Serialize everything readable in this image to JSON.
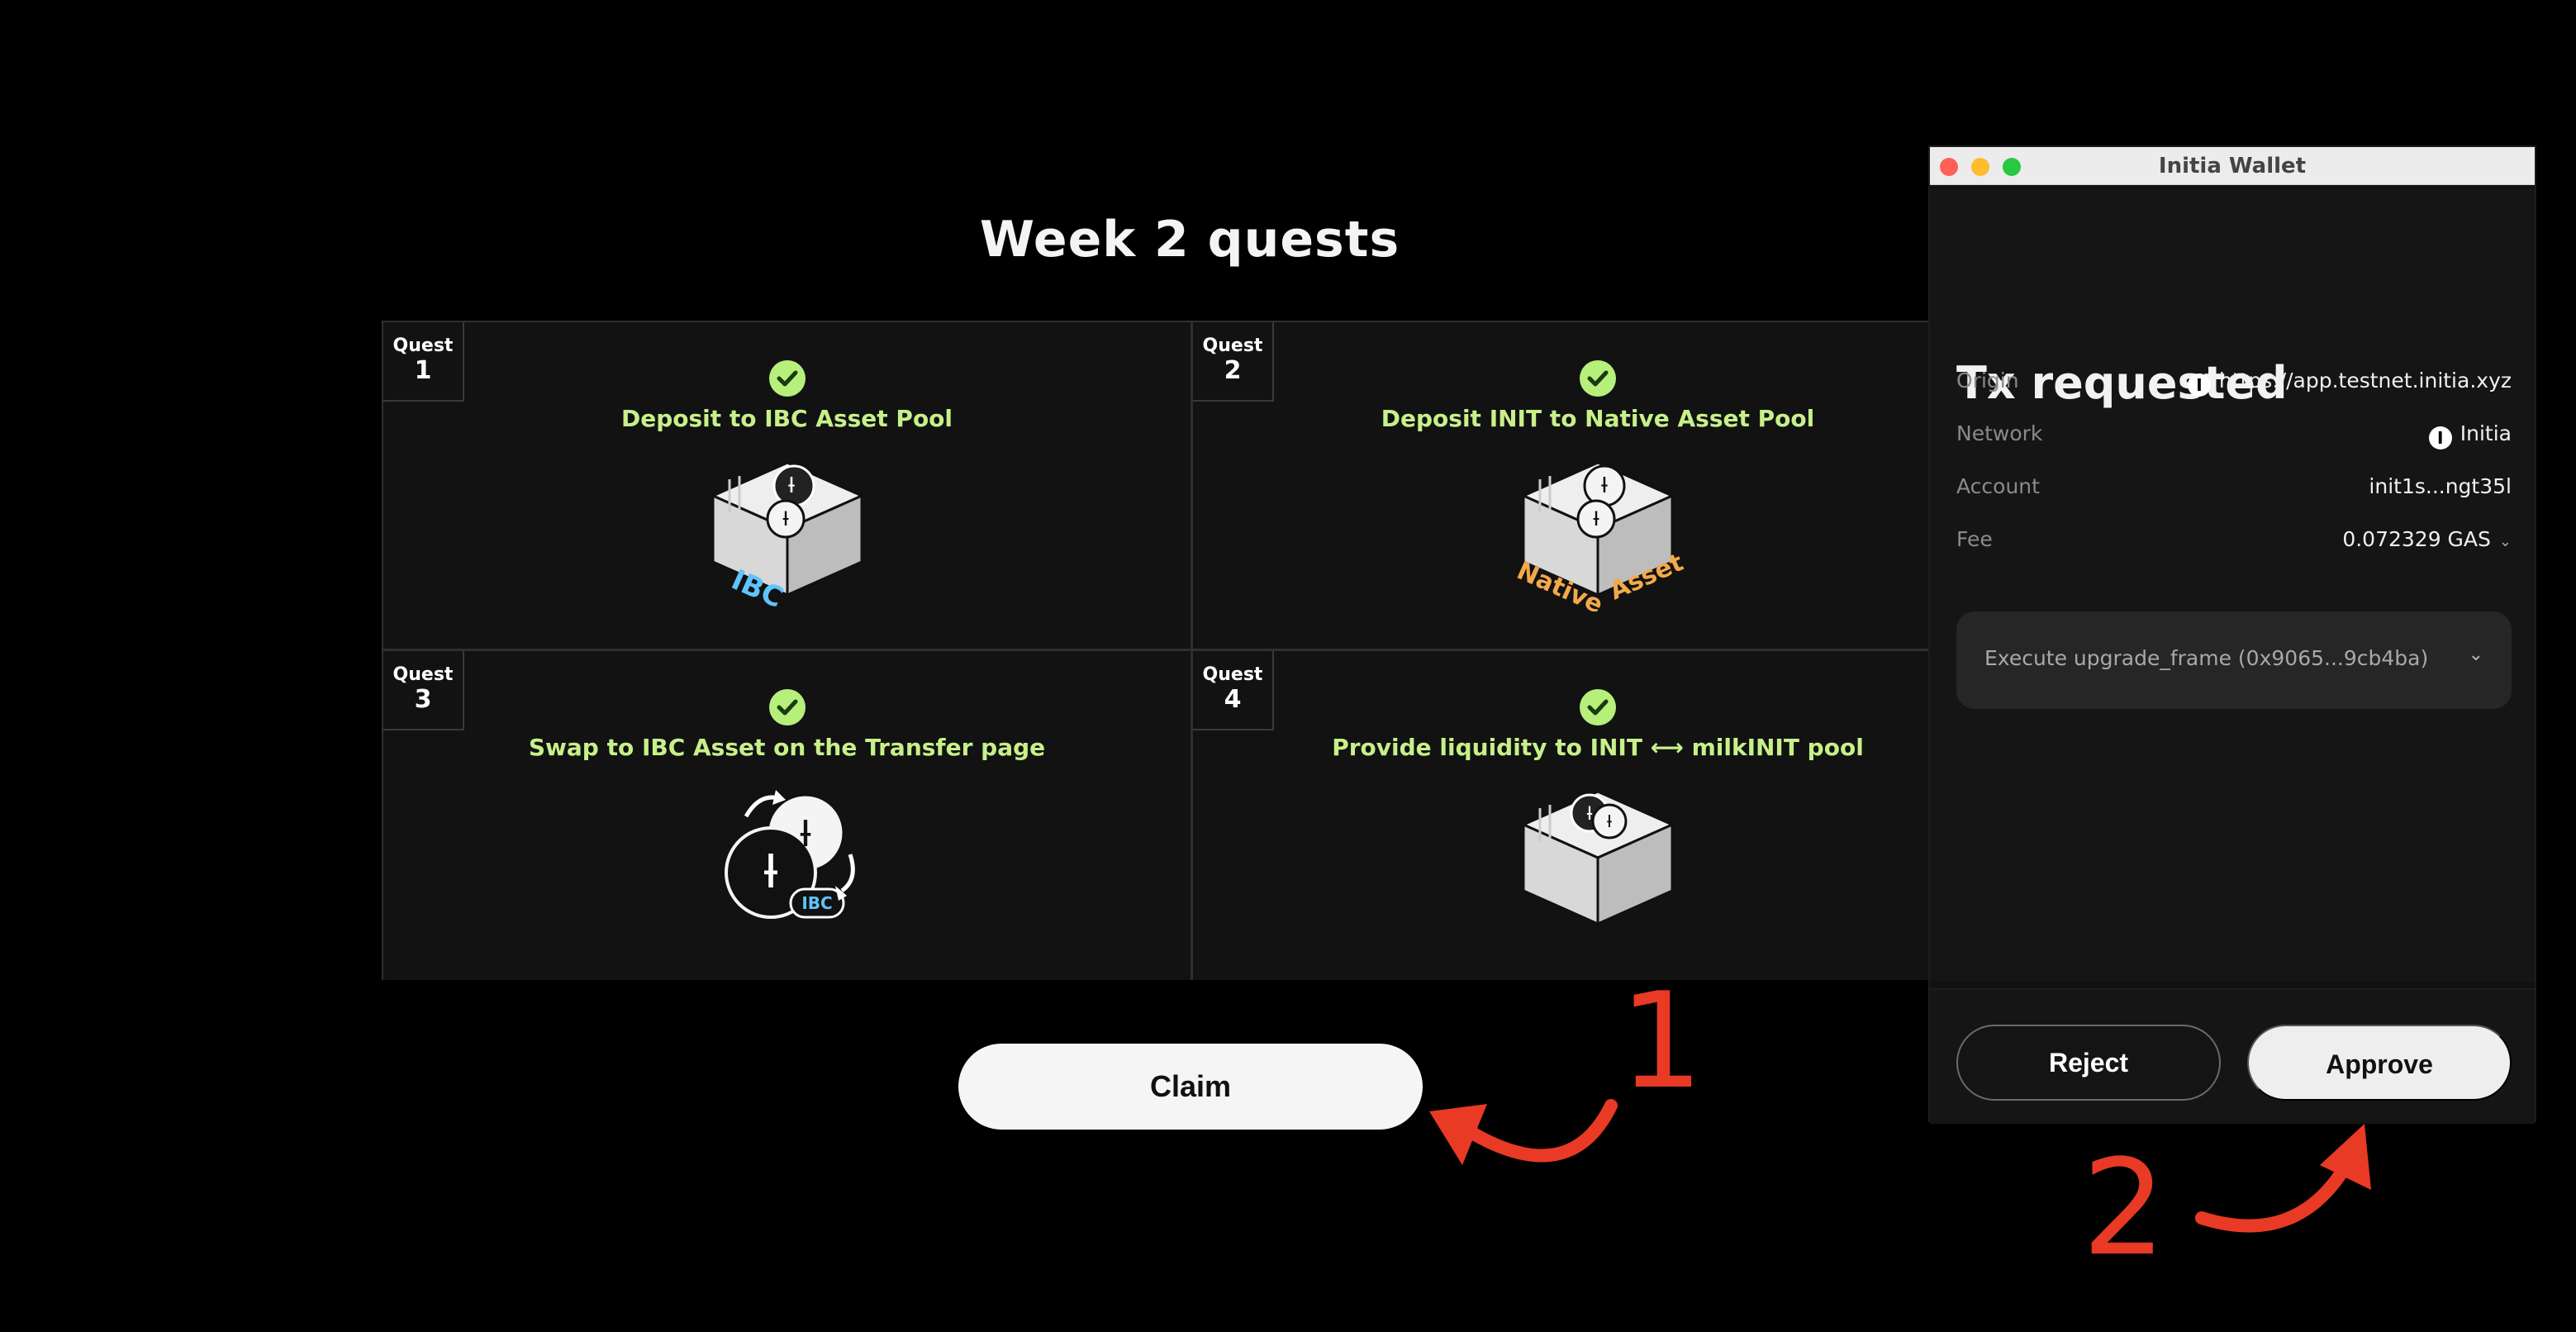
{
  "page": {
    "title": "Week 2 quests",
    "claim_label": "Claim"
  },
  "quests": [
    {
      "tag": "Quest",
      "number": "1",
      "label": "Deposit to IBC Asset Pool",
      "completed": true,
      "art_text": "IBC",
      "art_color": "#5fc3ff"
    },
    {
      "tag": "Quest",
      "number": "2",
      "label": "Deposit INIT to Native Asset Pool",
      "completed": true,
      "art_text_1": "Native",
      "art_text_2": "Asset",
      "art_color": "#f3a94a"
    },
    {
      "tag": "Quest",
      "number": "3",
      "label": "Swap to IBC Asset on the Transfer page",
      "completed": true,
      "art_text": "IBC",
      "art_color": "#5fc3ff"
    },
    {
      "tag": "Quest",
      "number": "4",
      "label": "Provide liquidity to INIT ⟷ milkINIT pool",
      "completed": true
    }
  ],
  "annotations": {
    "step1": "1",
    "step2": "2",
    "color": "#e83a24"
  },
  "wallet": {
    "window_title": "Initia Wallet",
    "heading": "Tx requested",
    "rows": {
      "origin": {
        "label": "Origin",
        "value": "https://app.testnet.initia.xyz"
      },
      "network": {
        "label": "Network",
        "value": "Initia"
      },
      "account": {
        "label": "Account",
        "value": "init1s...ngt35l"
      },
      "fee": {
        "label": "Fee",
        "value": "0.072329 GAS"
      }
    },
    "message": "Execute upgrade_frame (0x9065...9cb4ba)",
    "reject_label": "Reject",
    "approve_label": "Approve"
  },
  "colors": {
    "accent_green": "#b7ef7b",
    "quest_label": "#c7f08a",
    "annotation_red": "#e83a24"
  }
}
